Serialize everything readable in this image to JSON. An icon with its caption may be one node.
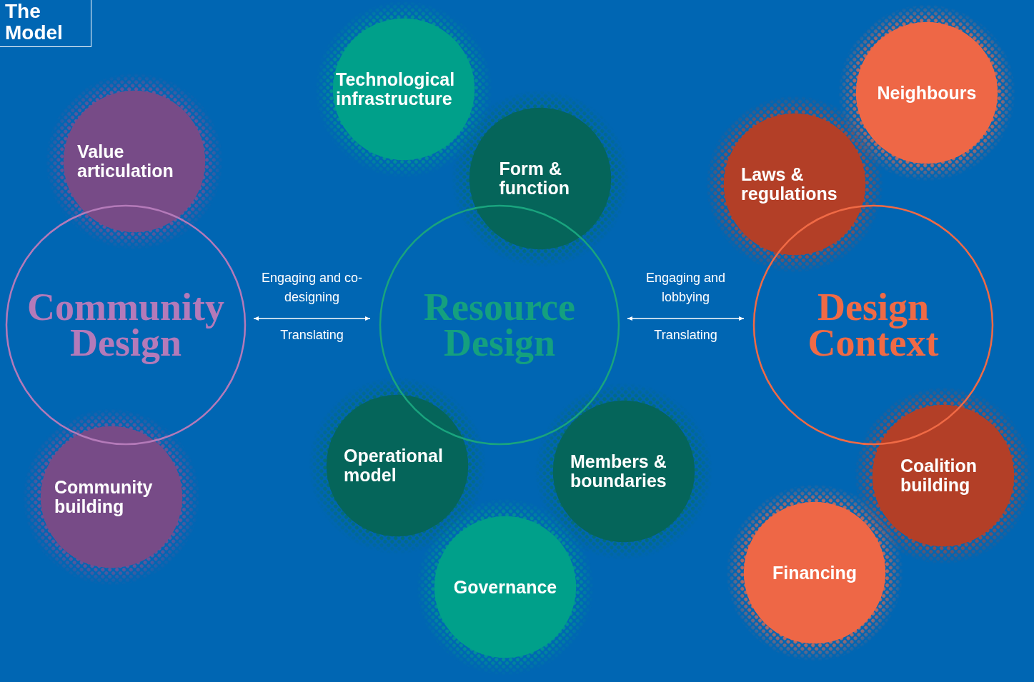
{
  "diagram": {
    "title": "The Model",
    "nodes": [
      {
        "text": [
          "Community Design"
        ]
      },
      {
        "text": [
          "Value articulation"
        ]
      },
      {
        "text": [
          "Community building"
        ]
      },
      {
        "text": [
          "Resource Design"
        ]
      },
      {
        "text": [
          "Technological infrastructure"
        ]
      },
      {
        "text": [
          "Form & function"
        ]
      },
      {
        "text": [
          "Operational model"
        ]
      },
      {
        "text": [
          "Members & boundaries"
        ]
      },
      {
        "text": [
          "Governance"
        ]
      },
      {
        "text": [
          "Design Context"
        ]
      },
      {
        "text": [
          "Neighbours"
        ]
      },
      {
        "text": [
          "Laws & regulations"
        ]
      },
      {
        "text": [
          "Coalition building"
        ]
      },
      {
        "text": [
          "Financing"
        ]
      }
    ],
    "edges": [
      {
        "from": 0,
        "to": 3,
        "arrow": "both",
        "label": "Engaging and co-designing"
      },
      {
        "from": 3,
        "to": 9,
        "arrow": "both",
        "label": "Engaging and lobbying"
      }
    ],
    "labels": [
      "Translating",
      "Translating"
    ]
  }
}
